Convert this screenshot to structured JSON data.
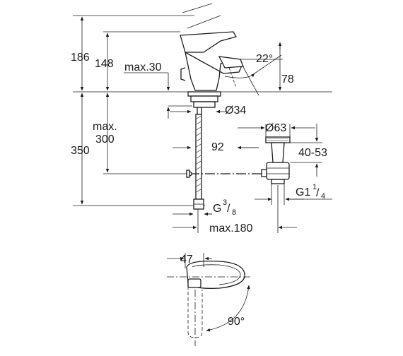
{
  "dimensions": {
    "total_height": "186",
    "spout_height": "148",
    "max_deck": "max.30",
    "spout_angle": "22°",
    "spout_reach": "78",
    "hole_diameter": "Ø34",
    "max_line1": "max.",
    "max_line2": "300",
    "total_depth": "350",
    "waste_diameter": "Ø63",
    "waste_offset": "92",
    "waste_range": "40-53",
    "waste_thread_main": "G1",
    "waste_thread_num": "1",
    "waste_thread_den": "4",
    "supply_thread_main": "G",
    "supply_thread_num": "3",
    "supply_thread_den": "8",
    "max_distance": "max.180",
    "lever_width": "47",
    "lever_rotation": "90°"
  }
}
